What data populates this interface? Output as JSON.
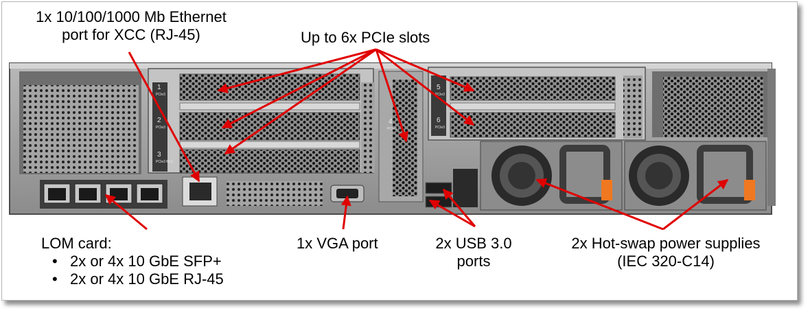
{
  "labels": {
    "ethernet": {
      "line1": "1x 10/100/1000  Mb Ethernet",
      "line2": "port for XCC (RJ-45)"
    },
    "pcie": "Up to 6x PCIe slots",
    "lom": {
      "title": "LOM card:",
      "items": [
        "2x or 4x 10 GbE SFP+",
        "2x or 4x 10 GbE RJ-45"
      ]
    },
    "vga": "1x VGA port",
    "usb": {
      "line1": "2x USB 3.0",
      "line2": "ports"
    },
    "psu": {
      "line1": "2x Hot-swap power supplies",
      "line2": "(IEC 320-C14)"
    }
  },
  "slot_marks": [
    {
      "num": "1",
      "text": "PCIe3"
    },
    {
      "num": "2",
      "text": "PCIe3"
    },
    {
      "num": "3",
      "text": "PCIe3 ML2"
    },
    {
      "num": "4",
      "text": "PCIe3"
    },
    {
      "num": "5",
      "text": "PCIe3"
    },
    {
      "num": "6",
      "text": "PCIe3"
    }
  ],
  "colors": {
    "arrow": "#e00000",
    "chassis": "#9a9a9a",
    "chassis_dark": "#5a5a5a",
    "orange_tab": "#f07820"
  },
  "icons": [
    "vent-grille",
    "rj45-port",
    "vga-port",
    "usb-port",
    "psu-fan",
    "psu-handle"
  ]
}
